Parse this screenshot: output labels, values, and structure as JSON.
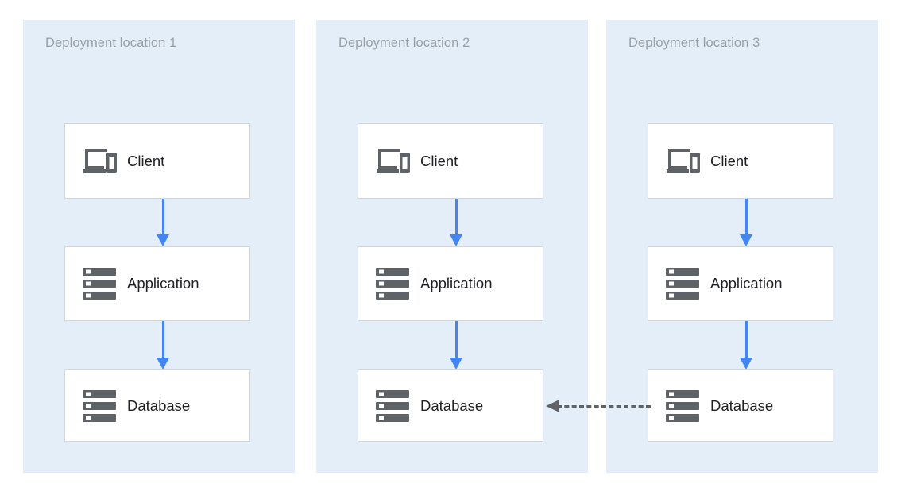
{
  "diagram": {
    "type": "deployment-architecture",
    "background_color": "#ffffff",
    "panel_color": "#e4eef9",
    "arrow_color": "#4285f4",
    "dashed_arrow_color": "#5f6368",
    "icon_color": "#5f6368",
    "title_color": "#9aa0a6",
    "panels": [
      {
        "id": "panel-1",
        "title": "Deployment location 1",
        "nodes": [
          {
            "label": "Client",
            "icon": "devices-icon"
          },
          {
            "label": "Application",
            "icon": "server-icon"
          },
          {
            "label": "Database",
            "icon": "server-icon"
          }
        ],
        "connections": [
          {
            "from": "Client",
            "to": "Application",
            "style": "solid",
            "color": "#4285f4"
          },
          {
            "from": "Application",
            "to": "Database",
            "style": "solid",
            "color": "#4285f4"
          }
        ]
      },
      {
        "id": "panel-2",
        "title": "Deployment location 2",
        "nodes": [
          {
            "label": "Client",
            "icon": "devices-icon"
          },
          {
            "label": "Application",
            "icon": "server-icon"
          },
          {
            "label": "Database",
            "icon": "server-icon"
          }
        ],
        "connections": [
          {
            "from": "Client",
            "to": "Application",
            "style": "solid",
            "color": "#4285f4"
          },
          {
            "from": "Application",
            "to": "Database",
            "style": "solid",
            "color": "#4285f4"
          }
        ]
      },
      {
        "id": "panel-3",
        "title": "Deployment location 3",
        "nodes": [
          {
            "label": "Client",
            "icon": "devices-icon"
          },
          {
            "label": "Application",
            "icon": "server-icon"
          },
          {
            "label": "Database",
            "icon": "server-icon"
          }
        ],
        "connections": [
          {
            "from": "Client",
            "to": "Application",
            "style": "solid",
            "color": "#4285f4"
          },
          {
            "from": "Application",
            "to": "Database",
            "style": "solid",
            "color": "#4285f4"
          }
        ]
      }
    ],
    "cross_panel_connections": [
      {
        "from": "panel-3.Database",
        "to": "panel-2.Database",
        "style": "dashed",
        "direction": "right-to-left",
        "color": "#5f6368"
      }
    ]
  }
}
